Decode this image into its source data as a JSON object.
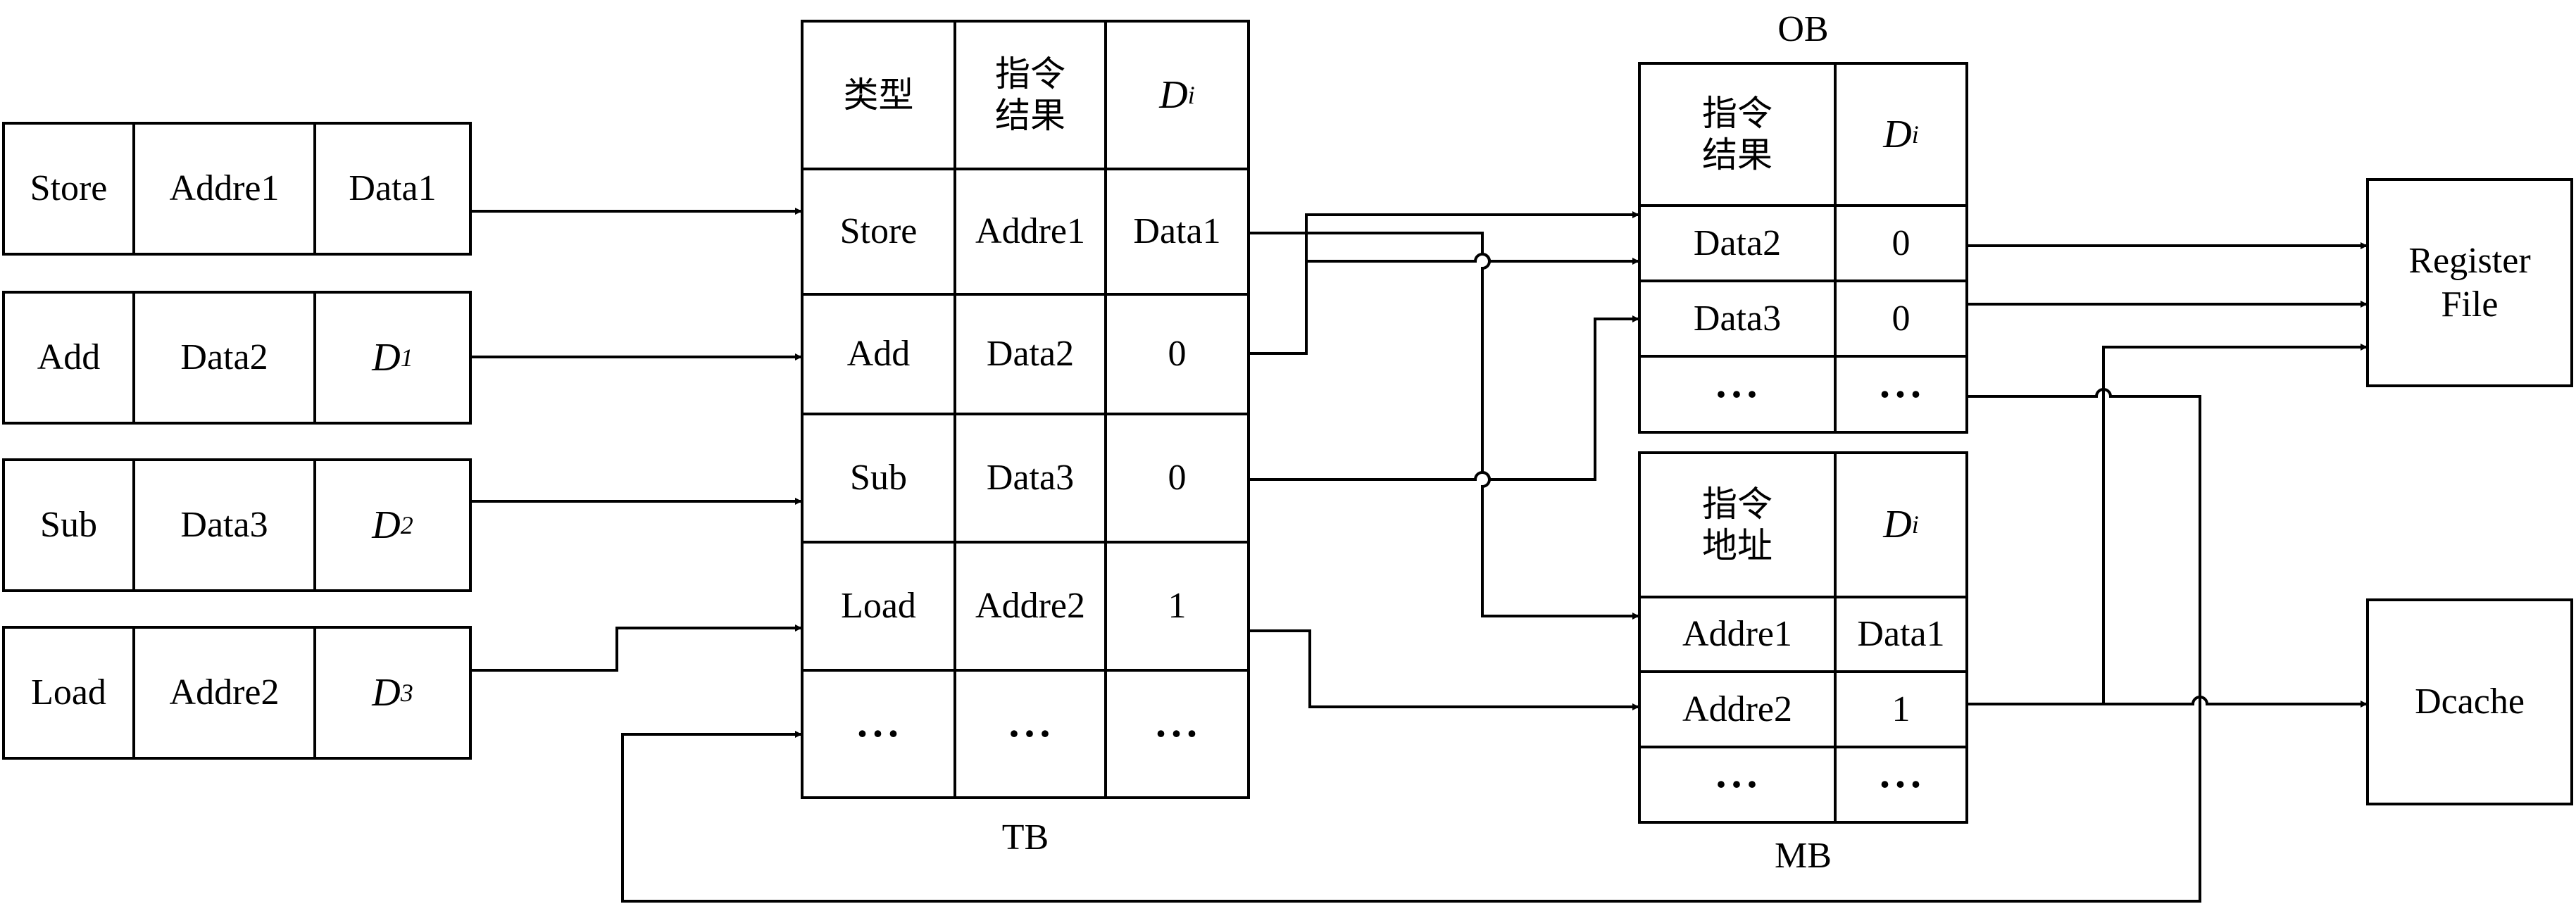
{
  "colors": {
    "line": "#000000",
    "background": "#ffffff"
  },
  "instructions": [
    [
      "Store",
      "Addre1",
      "Data1"
    ],
    [
      "Add",
      "Data2",
      "D1"
    ],
    [
      "Sub",
      "Data3",
      "D2"
    ],
    [
      "Load",
      "Addre2",
      "D3"
    ]
  ],
  "tb": {
    "label": "TB",
    "header": [
      "类型",
      "指令\n结果",
      "Di"
    ],
    "rows": [
      [
        "Store",
        "Addre1",
        "Data1"
      ],
      [
        "Add",
        "Data2",
        "0"
      ],
      [
        "Sub",
        "Data3",
        "0"
      ],
      [
        "Load",
        "Addre2",
        "1"
      ],
      [
        "···",
        "···",
        "···"
      ]
    ]
  },
  "ob": {
    "label": "OB",
    "header": [
      "指令\n结果",
      "Di"
    ],
    "rows": [
      [
        "Data2",
        "0"
      ],
      [
        "Data3",
        "0"
      ],
      [
        "···",
        "···"
      ]
    ]
  },
  "mb": {
    "label": "MB",
    "header": [
      "指令\n地址",
      "Di"
    ],
    "rows": [
      [
        "Addre1",
        "Data1"
      ],
      [
        "Addre2",
        "1"
      ],
      [
        "···",
        "···"
      ]
    ]
  },
  "register_file": {
    "label": "Register\nFile"
  },
  "dcache": {
    "label": "Dcache"
  }
}
